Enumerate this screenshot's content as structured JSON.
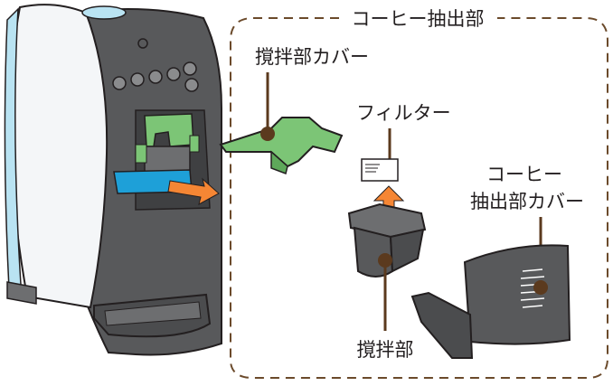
{
  "diagram": {
    "group_title": "コーヒー抽出部",
    "labels": {
      "stirrer_cover": "撹拌部カバー",
      "filter": "フィルター",
      "extraction_cover_line1": "コーヒー",
      "extraction_cover_line2": "抽出部カバー",
      "stirrer": "撹拌部"
    },
    "colors": {
      "machine_body": "#58595b",
      "machine_front": "#f4f6f8",
      "machine_side_accent": "#b9e3f2",
      "part_green": "#7cc576",
      "part_blue": "#1ea0d8",
      "arrow_orange": "#f58634",
      "part_gray": "#5a5b5d",
      "leader_line": "#5b3a1e",
      "dashed_border": "#6b4a2b"
    }
  }
}
